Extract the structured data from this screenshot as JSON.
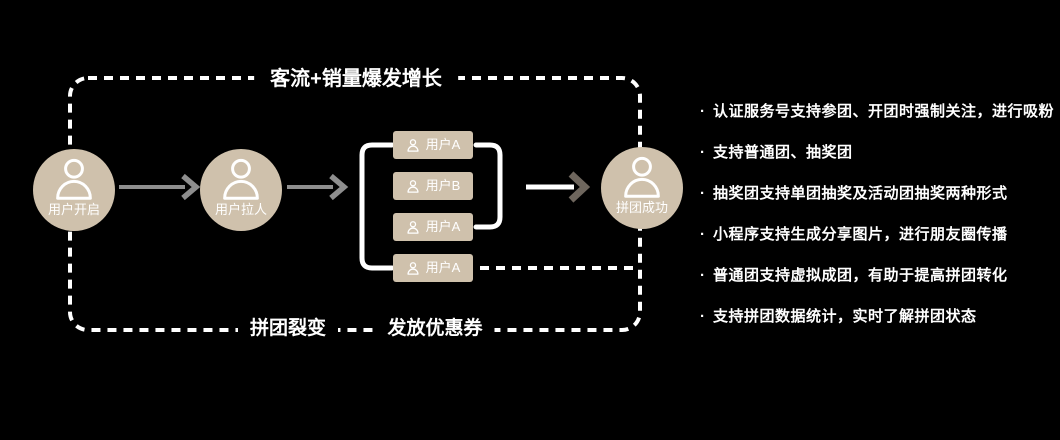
{
  "colors": {
    "background": "#000000",
    "node_fill": "#cfc1ac",
    "line_white": "#ffffff",
    "arrow_gray": "#8e8e8e",
    "arrow_dark_head": "#6e665d"
  },
  "icons": {
    "node_icon": "user-icon",
    "member_icon": "user-icon"
  },
  "flow": {
    "top_label": "客流+销量爆发增长",
    "bottom_label_left": "拼团裂变",
    "bottom_label_right": "发放优惠券",
    "nodes": [
      {
        "label": "用户开启"
      },
      {
        "label": "用户拉人"
      },
      {
        "label": "拼团成功"
      }
    ],
    "members": [
      {
        "label": "用户A"
      },
      {
        "label": "用户B"
      },
      {
        "label": "用户A"
      },
      {
        "label": "用户A"
      }
    ]
  },
  "features": {
    "bullet": "·",
    "items": [
      "认证服务号支持参团、开团时强制关注，进行吸粉",
      "支持普通团、抽奖团",
      "抽奖团支持单团抽奖及活动团抽奖两种形式",
      "小程序支持生成分享图片，进行朋友圈传播",
      "普通团支持虚拟成团，有助于提高拼团转化",
      "支持拼团数据统计，实时了解拼团状态"
    ]
  }
}
